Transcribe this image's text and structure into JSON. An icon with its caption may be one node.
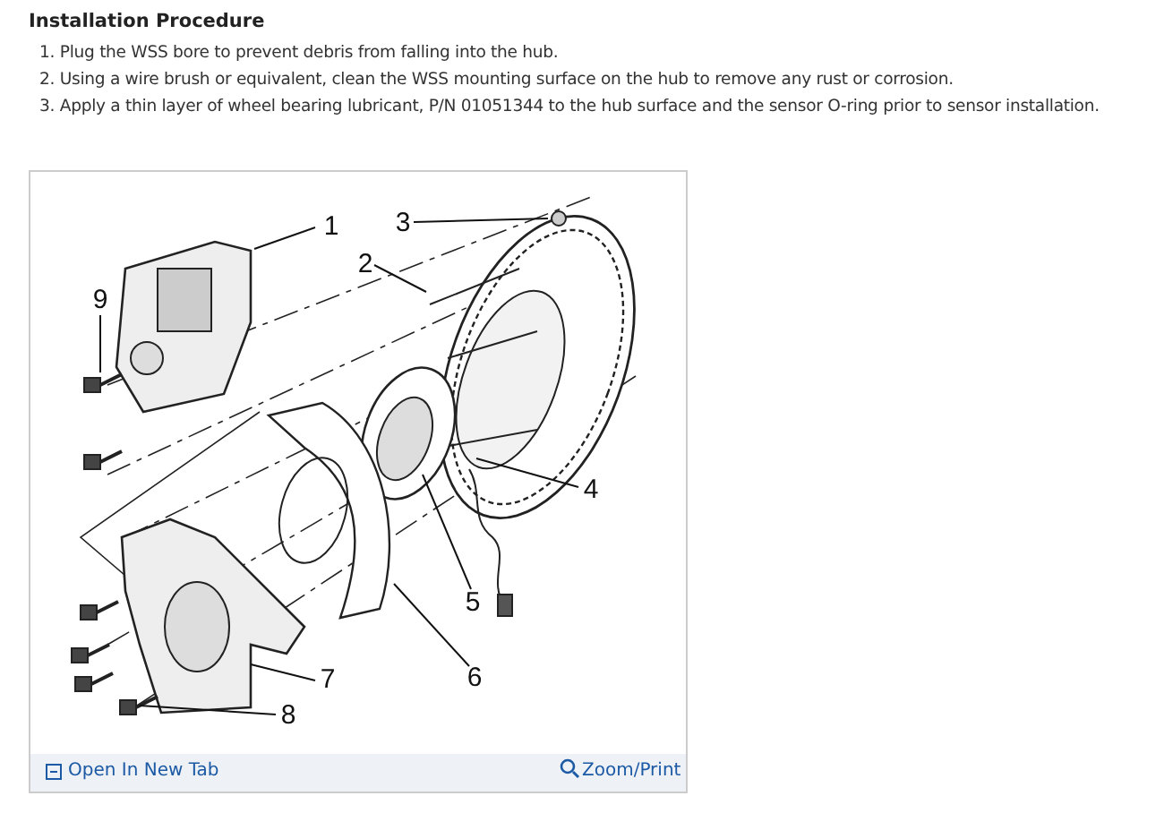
{
  "diagram": {
    "title": "Installation Procedure",
    "nodes": [
      {
        "text": [
          "1"
        ]
      },
      {
        "text": [
          "2"
        ]
      },
      {
        "text": [
          "3"
        ]
      },
      {
        "text": [
          "4"
        ]
      },
      {
        "text": [
          "5"
        ]
      },
      {
        "text": [
          "6"
        ]
      },
      {
        "text": [
          "7"
        ]
      },
      {
        "text": [
          "8"
        ]
      },
      {
        "text": [
          "9"
        ]
      }
    ],
    "edges": [
      {
        "from": 0,
        "to": null,
        "arrow": "none"
      },
      {
        "from": 1,
        "to": null,
        "arrow": "none"
      },
      {
        "from": 2,
        "to": null,
        "arrow": "none"
      },
      {
        "from": 3,
        "to": null,
        "arrow": "none"
      },
      {
        "from": 4,
        "to": null,
        "arrow": "none"
      },
      {
        "from": 5,
        "to": null,
        "arrow": "none"
      },
      {
        "from": 6,
        "to": null,
        "arrow": "none"
      },
      {
        "from": 7,
        "to": null,
        "arrow": "none"
      },
      {
        "from": 8,
        "to": null,
        "arrow": "none"
      }
    ],
    "labels": [
      "1. Plug the WSS bore to prevent debris from falling into the hub.",
      "2. Using a wire brush or equivalent, clean the WSS mounting surface on the hub to remove any rust or corrosion.",
      "3. Apply a thin layer of wheel bearing lubricant, P/N 01051344 to the hub surface and the sensor O-ring prior to sensor installation.",
      "Open In New Tab",
      "Zoom/Print"
    ]
  }
}
